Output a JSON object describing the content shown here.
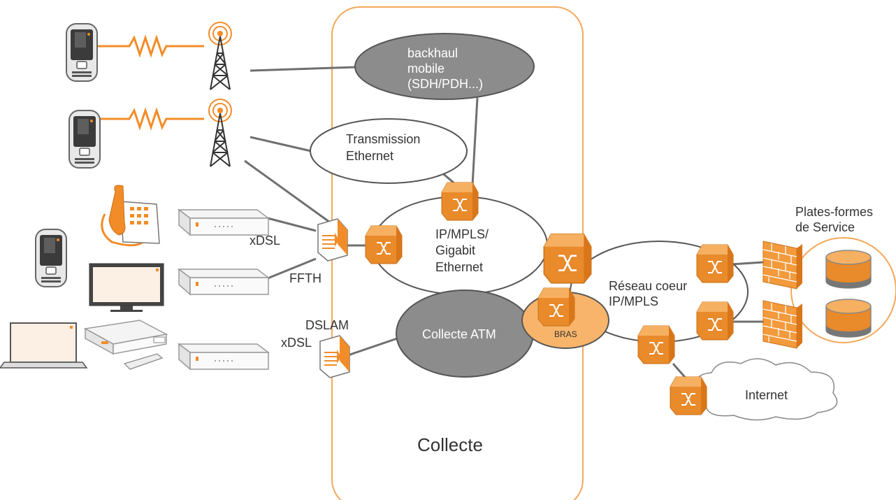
{
  "colors": {
    "orange": "#F28C28",
    "orange_light": "#F8B46A",
    "orange_dark": "#D9761A",
    "gray_cloud": "#8C8C8C",
    "line": "#7A7A7A",
    "text": "#333333",
    "cloud_text": "#FFFFFF"
  },
  "labels": {
    "backhaul": [
      "backhaul",
      "mobile",
      "(SDH/PDH...)"
    ],
    "transmission": [
      "Transmission",
      "Ethernet"
    ],
    "ipmpls": [
      "IP/MPLS/",
      "Gigabit",
      "Ethernet"
    ],
    "collecte_atm": "Collecte ATM",
    "bras": "BRAS",
    "reseau_coeur": [
      "Réseau coeur",
      "IP/MPLS"
    ],
    "plates_formes": [
      "Plates-formes",
      "de Service"
    ],
    "internet": "Internet",
    "xdsl_top": "xDSL",
    "ffth": "FFTH",
    "dslam": "DSLAM",
    "xdsl_bottom": "xDSL",
    "collecte": "Collecte"
  },
  "icons": {
    "mobile_phone": "mobile-phone-icon",
    "antenna": "radio-antenna-icon",
    "desk_phone": "desk-phone-icon",
    "tv": "tv-icon",
    "laptop": "laptop-icon",
    "set_top_box": "set-top-box-icon",
    "livebox": "livebox-modem-icon",
    "dslam": "dslam-icon",
    "router": "router-hexagon-icon",
    "firewall": "firewall-icon",
    "server": "database-server-icon"
  }
}
